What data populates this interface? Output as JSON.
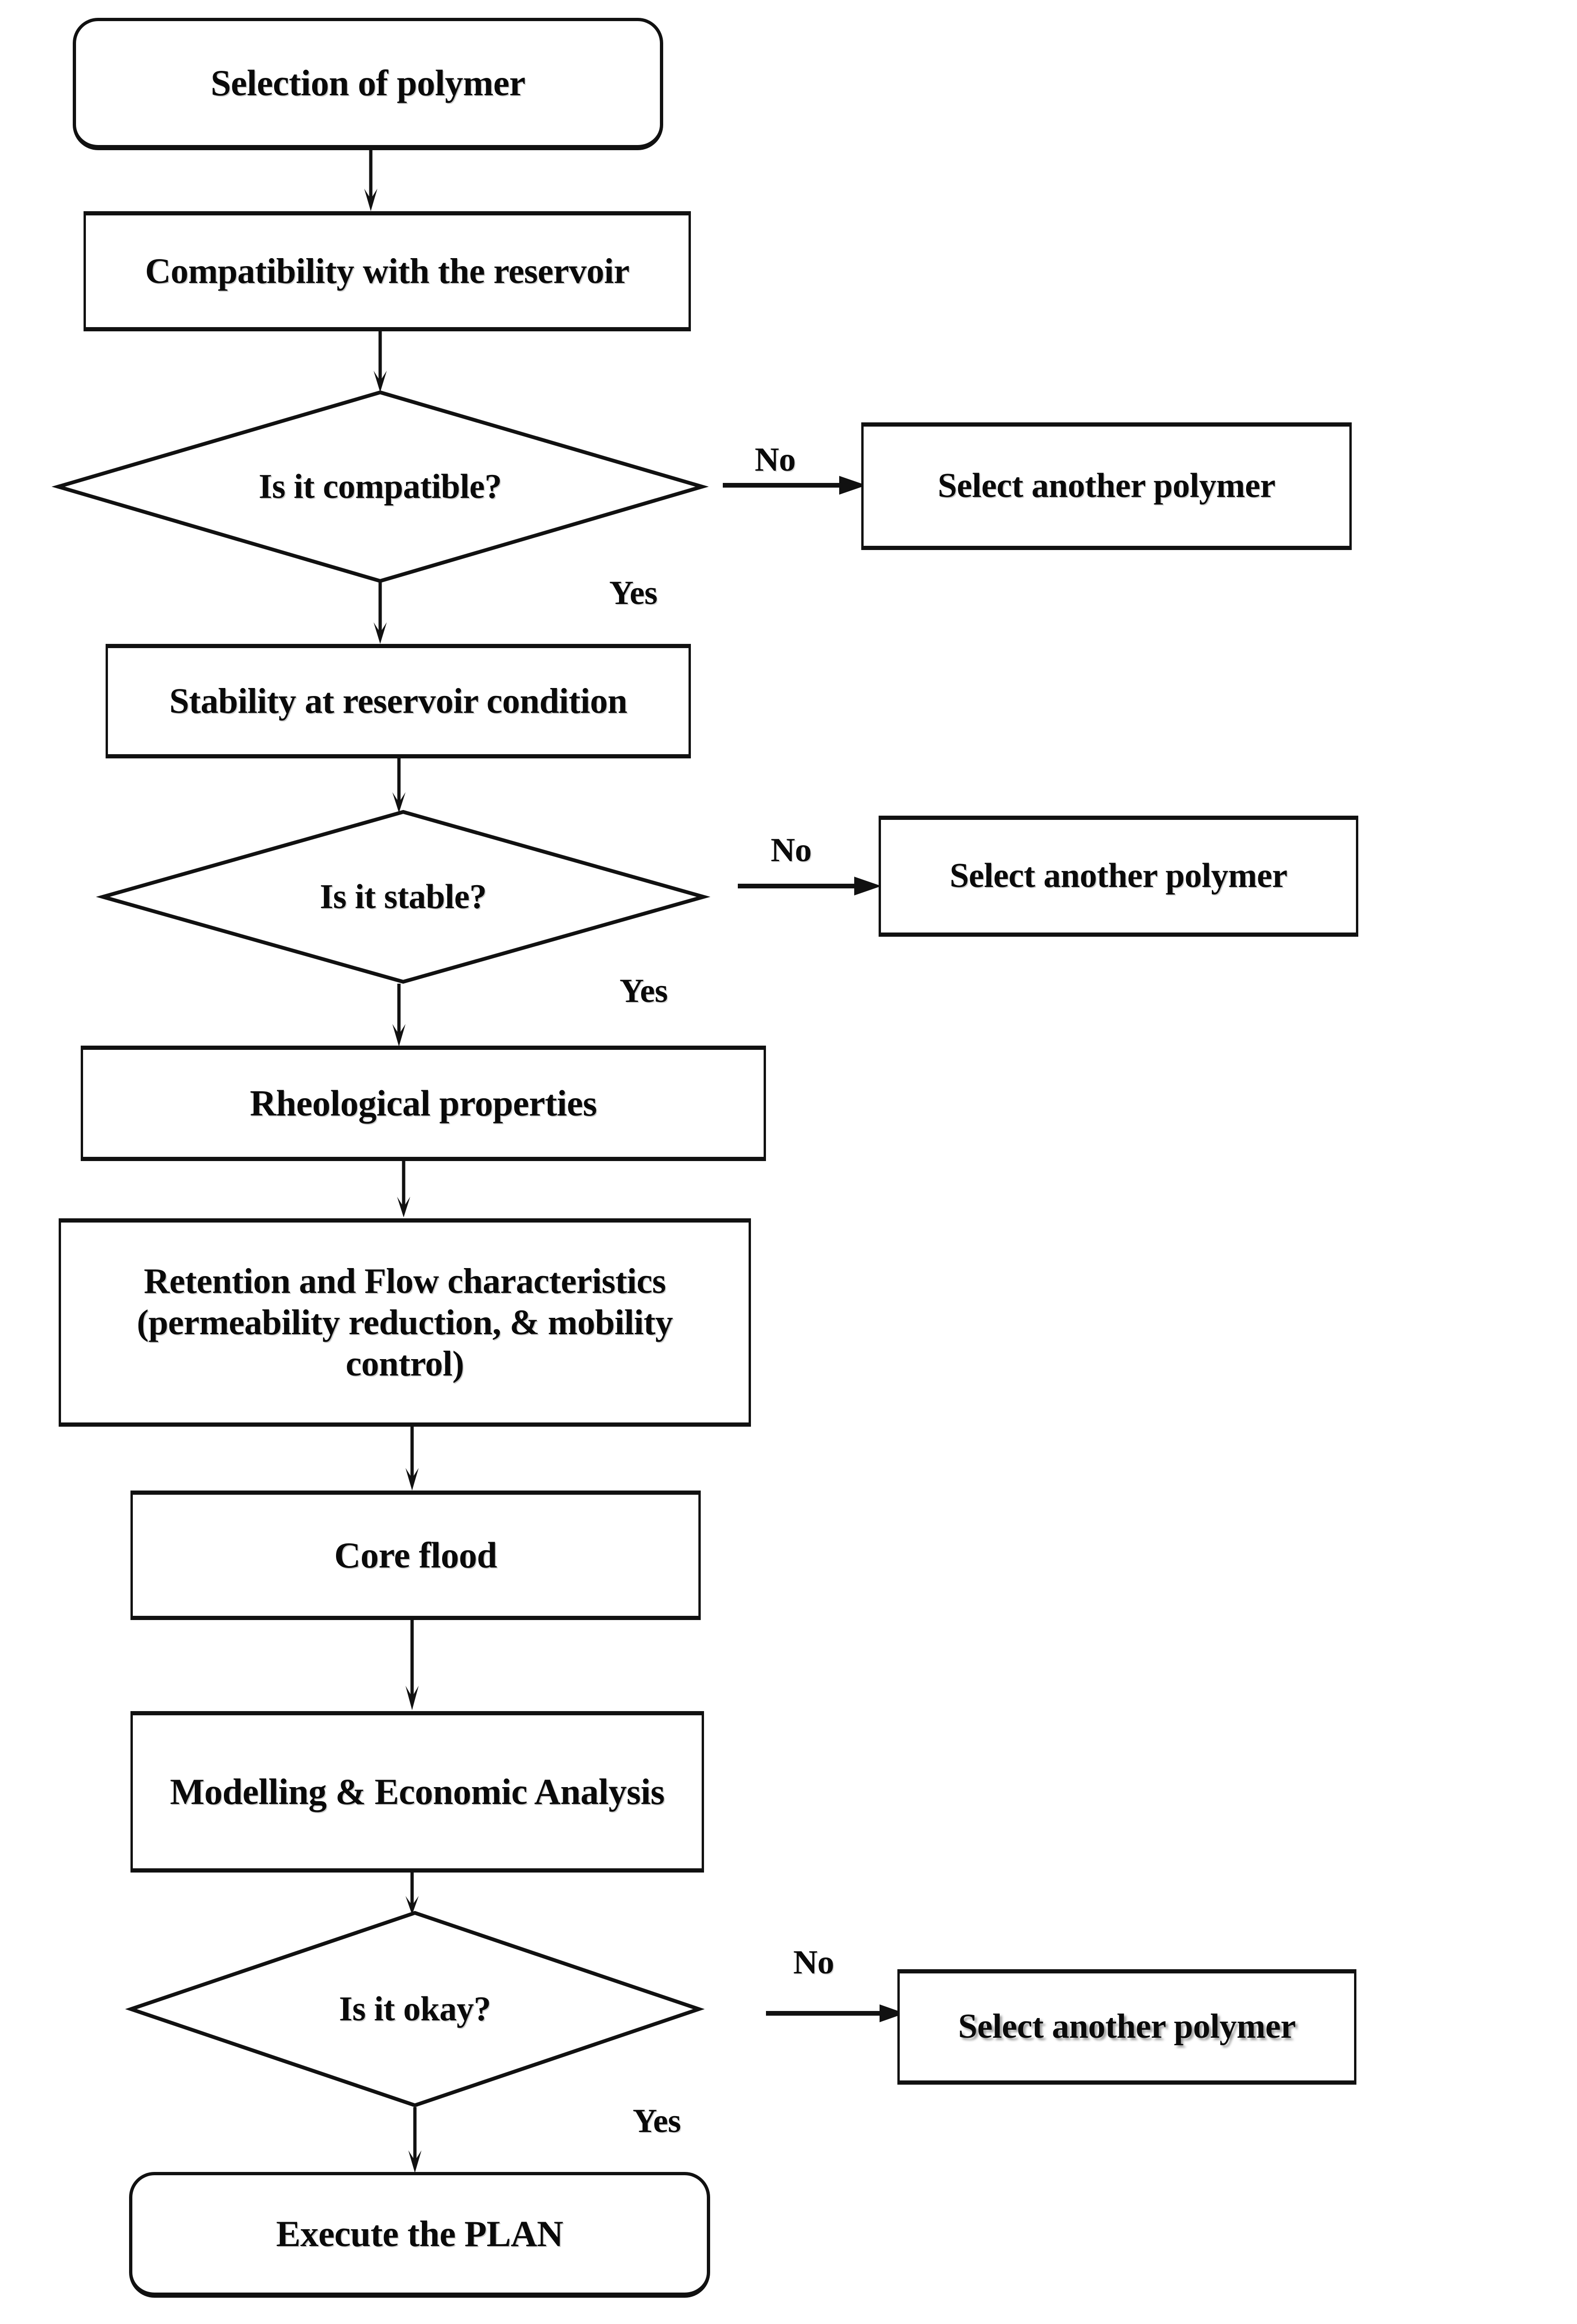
{
  "diagram": {
    "title": "Polymer selection workflow flowchart",
    "colors": {
      "stroke": "#111111",
      "text": "#0a0a0a",
      "background": "#ffffff"
    },
    "nodes": {
      "start": {
        "label": "Selection of polymer",
        "shape": "rounded-rectangle"
      },
      "compatibility": {
        "label": "Compatibility with the reservoir",
        "shape": "rectangle"
      },
      "is_compatible": {
        "label": "Is it compatible?",
        "shape": "diamond"
      },
      "select_another_1": {
        "label": "Select another polymer",
        "shape": "rectangle"
      },
      "stability": {
        "label": "Stability at reservoir condition",
        "shape": "rectangle"
      },
      "is_stable": {
        "label": "Is it stable?",
        "shape": "diamond"
      },
      "select_another_2": {
        "label": "Select another polymer",
        "shape": "rectangle"
      },
      "rheology": {
        "label": "Rheological properties",
        "shape": "rectangle"
      },
      "retention": {
        "label": "Retention and  Flow characteristics (permeability reduction, & mobility control)",
        "shape": "rectangle"
      },
      "core_flood": {
        "label": "Core flood",
        "shape": "rectangle"
      },
      "modelling": {
        "label": "Modelling & Economic Analysis",
        "shape": "rectangle"
      },
      "is_okay": {
        "label": "Is it okay?",
        "shape": "diamond"
      },
      "select_another_3": {
        "label": "Select another polymer",
        "shape": "rectangle"
      },
      "execute": {
        "label": "Execute the PLAN",
        "shape": "rounded-rectangle"
      }
    },
    "branch_labels": {
      "no_1": "No",
      "yes_1": "Yes",
      "no_2": "No",
      "yes_2": "Yes",
      "no_3": "No",
      "yes_3": "Yes"
    }
  }
}
